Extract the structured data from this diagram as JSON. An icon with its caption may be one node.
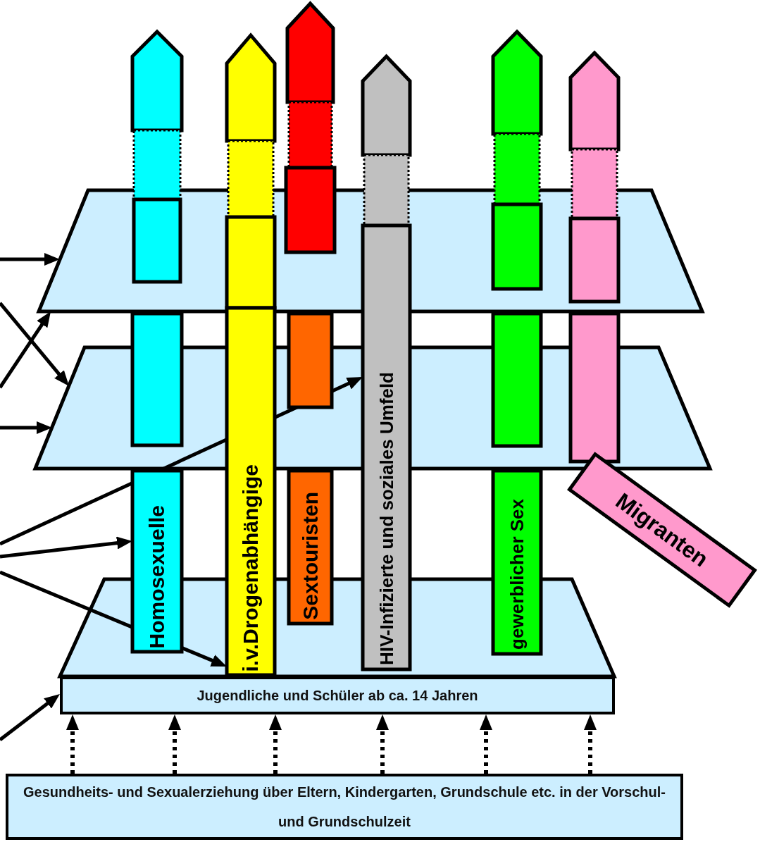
{
  "diagram": {
    "nodes": [
      {
        "text": [],
        "shape": "trapezoid"
      },
      {
        "text": [],
        "shape": "trapezoid"
      },
      {
        "text": [],
        "shape": "trapezoid"
      },
      {
        "text": [
          "Jugendliche und Schüler ab ca. 14 Jahren"
        ]
      },
      {
        "text": [
          "Gesundheits- und Sexualerziehung über Eltern, Kindergarten, Grundschule etc. in der Vorschul- und Grundschulzeit"
        ]
      },
      {
        "text": [
          "Homosexuelle"
        ]
      },
      {
        "text": [
          "i.v.Drogenabhängige"
        ]
      },
      {
        "text": [
          "Sextouristen"
        ]
      },
      {
        "text": [
          "HIV-Infizierte und soziales Umfeld"
        ]
      },
      {
        "text": [
          "gewerblicher Sex"
        ]
      },
      {
        "text": [
          "Migranten"
        ]
      }
    ],
    "edges": [
      {
        "from": null,
        "to": 0,
        "arrow": "to"
      },
      {
        "from": null,
        "to": 1,
        "arrow": "to"
      },
      {
        "from": null,
        "to": 0,
        "arrow": "to"
      },
      {
        "from": null,
        "to": 1,
        "arrow": "to"
      },
      {
        "from": null,
        "to": 8,
        "arrow": "to"
      },
      {
        "from": null,
        "to": 5,
        "arrow": "to"
      },
      {
        "from": null,
        "to": 6,
        "arrow": "to"
      },
      {
        "from": null,
        "to": 3,
        "arrow": "to"
      },
      {
        "from": 4,
        "to": 3,
        "arrow": "to",
        "style": "dashed"
      },
      {
        "from": 4,
        "to": 3,
        "arrow": "to",
        "style": "dashed"
      },
      {
        "from": 4,
        "to": 3,
        "arrow": "to",
        "style": "dashed"
      },
      {
        "from": 4,
        "to": 3,
        "arrow": "to",
        "style": "dashed"
      },
      {
        "from": 4,
        "to": 3,
        "arrow": "to",
        "style": "dashed"
      },
      {
        "from": 4,
        "to": 3,
        "arrow": "to",
        "style": "dashed"
      }
    ]
  }
}
